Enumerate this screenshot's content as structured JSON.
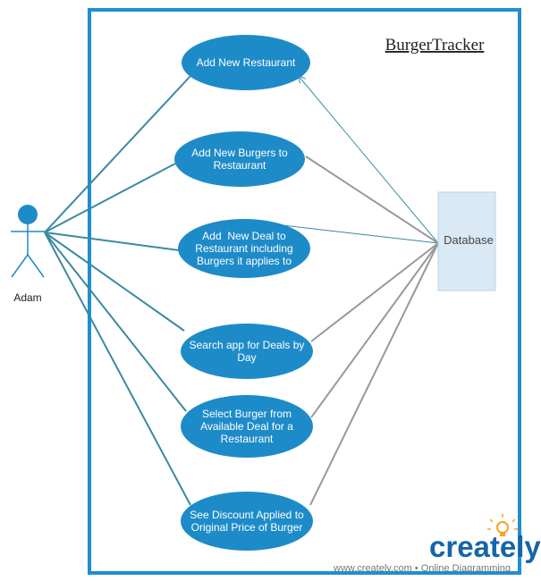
{
  "diagram": {
    "title": "BurgerTracker",
    "actor": {
      "name": "Adam"
    },
    "database": {
      "label": "Database"
    },
    "use_cases": [
      {
        "lines": [
          "Add New Restaurant"
        ]
      },
      {
        "lines": [
          "Add New Burgers to",
          "Restaurant"
        ]
      },
      {
        "lines": [
          "Add  New Deal to",
          "Restaurant including",
          "Burgers it applies to"
        ]
      },
      {
        "lines": [
          "Search app for Deals by",
          "Day"
        ]
      },
      {
        "lines": [
          "Select Burger from",
          "Available Deal for a",
          "Restaurant"
        ]
      },
      {
        "lines": [
          "See Discount Applied to",
          "Original Price of Burger"
        ]
      }
    ]
  },
  "branding": {
    "logo": "creately",
    "footer": "www.creately.com • Online Diagramming"
  },
  "colors": {
    "boundary": "#1f8fd0",
    "use_case_fill": "#1e8bc9",
    "actor": "#1e8bc9",
    "actor_line": "#3a8aa2",
    "db_line": "#999999",
    "database_fill": "#d9e9f5",
    "logo_blue": "#1565a8",
    "bulb": "#f5a623"
  }
}
